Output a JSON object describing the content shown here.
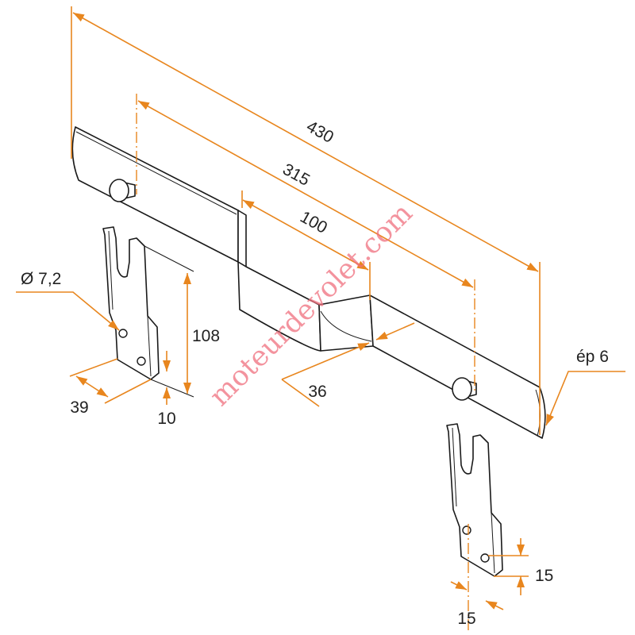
{
  "drawing": {
    "dimensions": {
      "overall_length": "430",
      "pin_spacing": "315",
      "offset_length": "100",
      "offset_depth": "36",
      "hole_diameter": "Ø 7,2",
      "bracket_height": "108",
      "bracket_width": "39",
      "tab_offset": "10",
      "thickness": "ép 6",
      "hole_spacing_vertical": "15",
      "hole_spacing_horizontal": "15"
    },
    "watermark": "moteurdevolet.com"
  },
  "colors": {
    "dimension": "#E8861E",
    "outline": "#1a1a1a",
    "watermark": "#F0707E",
    "background": "#ffffff"
  }
}
